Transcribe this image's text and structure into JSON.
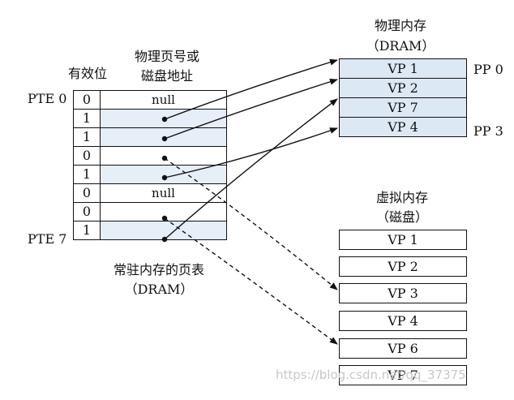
{
  "labels": {
    "valid_bit": "有效位",
    "ppn_line1": "物理页号或",
    "ppn_line2": "磁盘地址",
    "pte0": "PTE 0",
    "pte7": "PTE 7",
    "page_table_line1": "常驻内存的页表",
    "page_table_line2": "（DRAM）",
    "phys_mem_line1": "物理内存",
    "phys_mem_line2": "（DRAM）",
    "virt_mem_line1": "虚拟内存",
    "virt_mem_line2": "（磁盘）",
    "pp0": "PP 0",
    "pp3": "PP 3"
  },
  "page_table": [
    {
      "valid": "0",
      "addr": "null"
    },
    {
      "valid": "1",
      "addr": ""
    },
    {
      "valid": "1",
      "addr": ""
    },
    {
      "valid": "0",
      "addr": ""
    },
    {
      "valid": "1",
      "addr": ""
    },
    {
      "valid": "0",
      "addr": "null"
    },
    {
      "valid": "0",
      "addr": ""
    },
    {
      "valid": "1",
      "addr": ""
    }
  ],
  "physical_memory": [
    "VP 1",
    "VP 2",
    "VP 7",
    "VP 4"
  ],
  "disk": [
    "VP 1",
    "VP 2",
    "VP 3",
    "VP 4",
    "VP 6",
    "VP 7"
  ],
  "watermark": "https://blog.csdn.net/qq_37375"
}
